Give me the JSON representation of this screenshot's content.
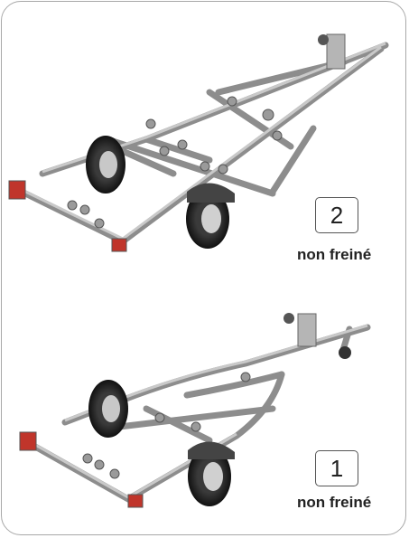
{
  "trailers": [
    {
      "badge": "2",
      "caption": "non freiné",
      "image": "double-axle-boat-trailer"
    },
    {
      "badge": "1",
      "caption": "non freiné",
      "image": "single-axle-boat-trailer"
    }
  ]
}
